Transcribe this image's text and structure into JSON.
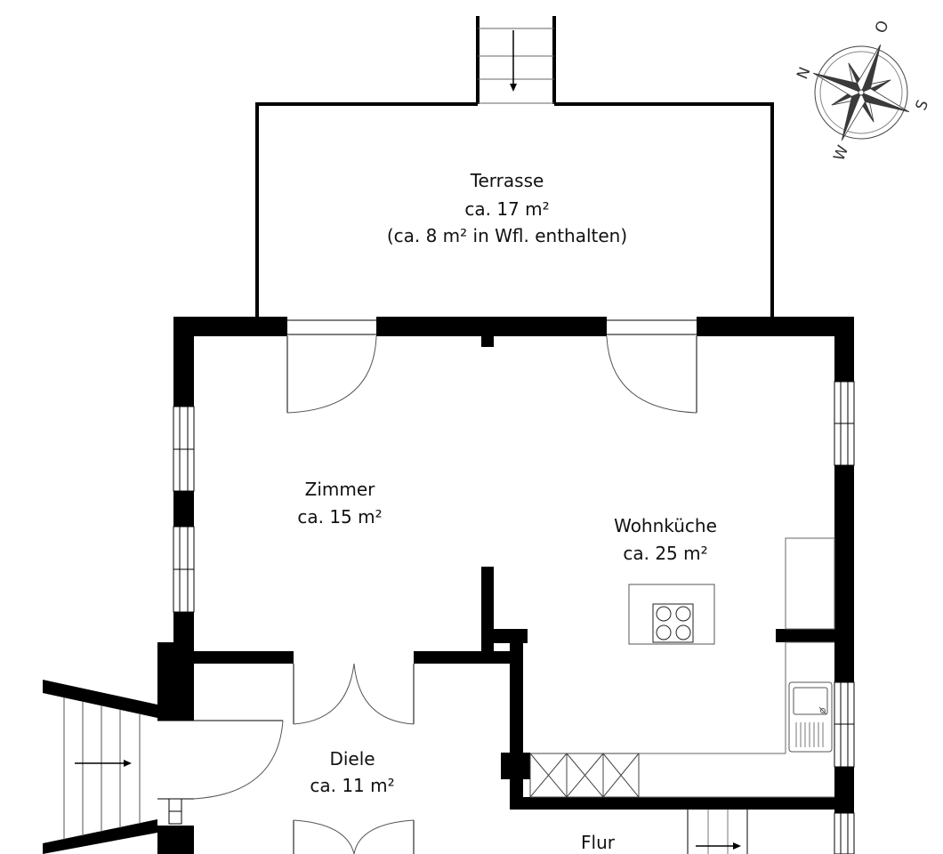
{
  "rooms": {
    "terrasse": {
      "name": "Terrasse",
      "area": "ca. 17 m²",
      "note": "(ca. 8 m² in Wfl. enthalten)"
    },
    "zimmer": {
      "name": "Zimmer",
      "area": "ca. 15 m²"
    },
    "wohnkueche": {
      "name": "Wohnküche",
      "area": "ca. 25 m²"
    },
    "diele": {
      "name": "Diele",
      "area": "ca. 11 m²"
    },
    "flur": {
      "name": "Flur"
    }
  },
  "compass": {
    "n": "N",
    "o": "O",
    "s": "S",
    "w": "W"
  },
  "colors": {
    "wall": "#000000",
    "line": "#555555",
    "compass_dark": "#3a3a3a",
    "compass_light": "#ffffff"
  }
}
